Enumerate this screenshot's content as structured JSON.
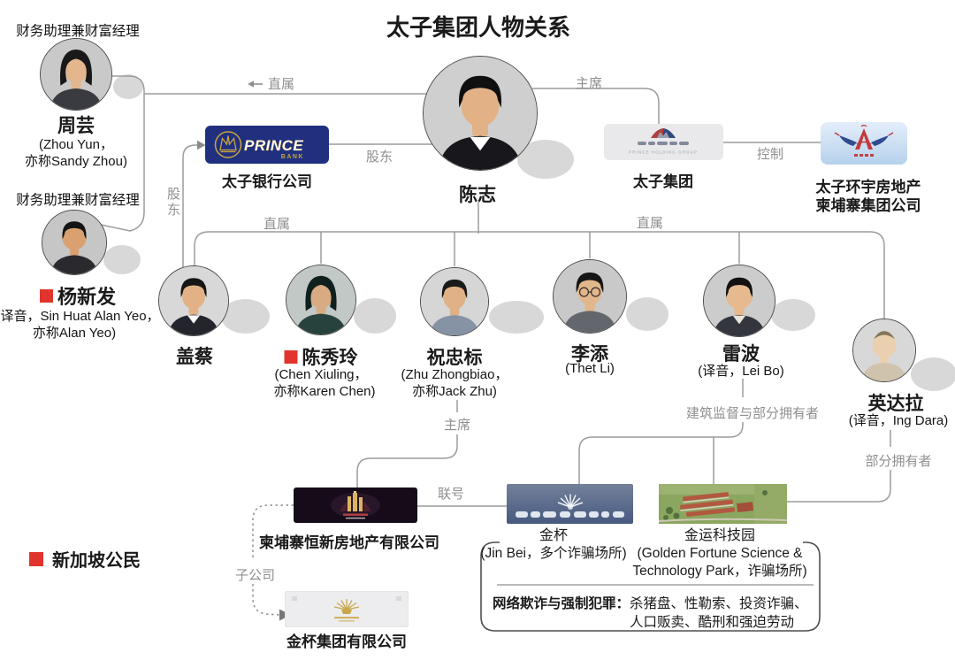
{
  "title": "太子集团人物关系",
  "legend": {
    "label": "新加坡公民"
  },
  "colors": {
    "marker_red": "#e0342c",
    "line_grey": "#9c9c9c",
    "edge_label_grey": "#8f8f8f"
  },
  "edge_labels": {
    "direct_top": "直属",
    "chairman_top": "主席",
    "shareholder_top": "股东",
    "shareholder_left": "股东",
    "control": "控制",
    "direct_bus_left": "直属",
    "direct_bus_right": "直属",
    "chairman_bottom": "主席",
    "affiliate": "联号",
    "construction_owner": "建筑监督与部分拥有者",
    "partial_owner": "部分拥有者",
    "subsidiary": "子公司"
  },
  "persons": {
    "zhou_yun": {
      "role": "财务助理兼财富经理",
      "name": "周芸",
      "alias1": "(Zhou Yun，",
      "alias2": "亦称Sandy Zhou)",
      "singapore_marker": false,
      "avatar": {
        "bg": "#c9c9c9",
        "skin": "#e3b68e",
        "hair": "#191919",
        "top": "#3a3b40",
        "female": true
      }
    },
    "yang_xinfa": {
      "role": "财务助理兼财富经理",
      "name": "杨新发",
      "alias1": "(译音，Sin Huat Alan Yeo，",
      "alias2": "亦称Alan Yeo)",
      "singapore_marker": true,
      "avatar": {
        "bg": "#c6c6c6",
        "skin": "#d9a170",
        "hair": "#141414",
        "top": "#2a2a2e",
        "wide": true
      }
    },
    "chen_zhi": {
      "name": "陈志",
      "avatar": {
        "bg": "#cfcfcf",
        "skin": "#e2b286",
        "hair": "#101010",
        "top": "#17171c",
        "collar": "#ffffff"
      }
    },
    "gai_cai": {
      "name": "盖蔡",
      "avatar": {
        "bg": "#d8d8d8",
        "skin": "#e2b286",
        "hair": "#151515",
        "top": "#23242c",
        "collar": "#ffffff"
      }
    },
    "chen_xiuling": {
      "name": "陈秀玲",
      "alias1": "(Chen Xiuling，",
      "alias2": "亦称Karen Chen)",
      "singapore_marker": true,
      "avatar": {
        "bg": "#c2c8c6",
        "skin": "#d8ab82",
        "hair": "#10201e",
        "top": "#27413d",
        "female": true,
        "wide": true
      }
    },
    "zhu_zhongbiao": {
      "name": "祝忠标",
      "alias1": "(Zhu Zhongbiao，",
      "alias2": "亦称Jack Zhu)",
      "singapore_marker": false,
      "avatar": {
        "bg": "#d6d6d6",
        "skin": "#e0b186",
        "hair": "#1a1a1a",
        "top": "#8593a4"
      }
    },
    "li_tian": {
      "name": "李添",
      "alias1": "(Thet Li)",
      "singapore_marker": false,
      "avatar": {
        "bg": "#c9c9c9",
        "skin": "#e3b78c",
        "hair": "#161616",
        "top": "#63666d",
        "glasses": true
      }
    },
    "lei_bo": {
      "name": "雷波",
      "alias1": "(译音，Lei Bo)",
      "singapore_marker": false,
      "avatar": {
        "bg": "#cccccc",
        "skin": "#e6ba8e",
        "hair": "#121212",
        "top": "#33363e",
        "collar": "#e8e4da",
        "wide": true
      }
    },
    "ying_dara": {
      "name": "英达拉",
      "alias1": "(译音，Ing Dara)",
      "singapore_marker": false,
      "avatar": {
        "bg": "#d8d8d8",
        "skin": "#ead0ae",
        "hair": "#7a6a4e",
        "top": "#cfc3ad",
        "bald": true,
        "wide": true
      }
    }
  },
  "companies": {
    "prince_bank": {
      "label": "太子银行公司",
      "logo_word": "PRINCE",
      "logo_sub": "BANK"
    },
    "prince_holding": {
      "label": "太子集团",
      "logo_sub": "PRINCE HOLDING GROUP"
    },
    "huanyu": {
      "label1": "太子环宇房地产",
      "label2": "柬埔寨集团公司"
    },
    "hengxin": {
      "label": "柬埔寨恒新房地产有限公司"
    },
    "jinbei_venue": {
      "label": "金杯",
      "sub": "(Jin Bei，多个诈骗场所)"
    },
    "jinyun_park": {
      "label": "金运科技园",
      "sub1": "(Golden Fortune Science &",
      "sub2": "Technology Park，诈骗场所)"
    },
    "jinbei_group": {
      "label": "金杯集团有限公司"
    }
  },
  "crime_box": {
    "prefix": "网络欺诈与强制犯罪：",
    "line1": "杀猪盘、性勒索、投资诈骗、",
    "line2": "人口贩卖、酷刑和强迫劳动"
  }
}
